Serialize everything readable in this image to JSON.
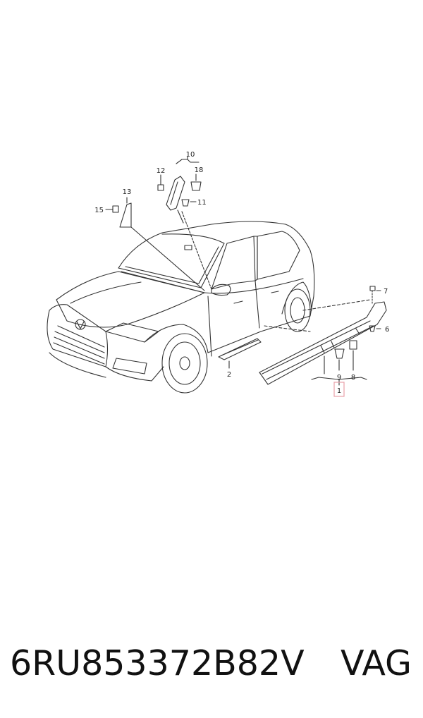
{
  "diagram": {
    "callouts": [
      {
        "id": "c1",
        "text": "1",
        "highlighted": true
      },
      {
        "id": "c2",
        "text": "2"
      },
      {
        "id": "c6",
        "text": "6"
      },
      {
        "id": "c7",
        "text": "7"
      },
      {
        "id": "c8",
        "text": "8"
      },
      {
        "id": "c9",
        "text": "9"
      },
      {
        "id": "c10",
        "text": "10"
      },
      {
        "id": "c11",
        "text": "11"
      },
      {
        "id": "c12",
        "text": "12"
      },
      {
        "id": "c13",
        "text": "13"
      },
      {
        "id": "c15",
        "text": "15"
      },
      {
        "id": "c18",
        "text": "18"
      }
    ],
    "highlight_color": "#e8a0a8",
    "line_color": "#333333"
  },
  "footer": {
    "part_number": "6RU853372B82V",
    "brand": "VAG"
  }
}
